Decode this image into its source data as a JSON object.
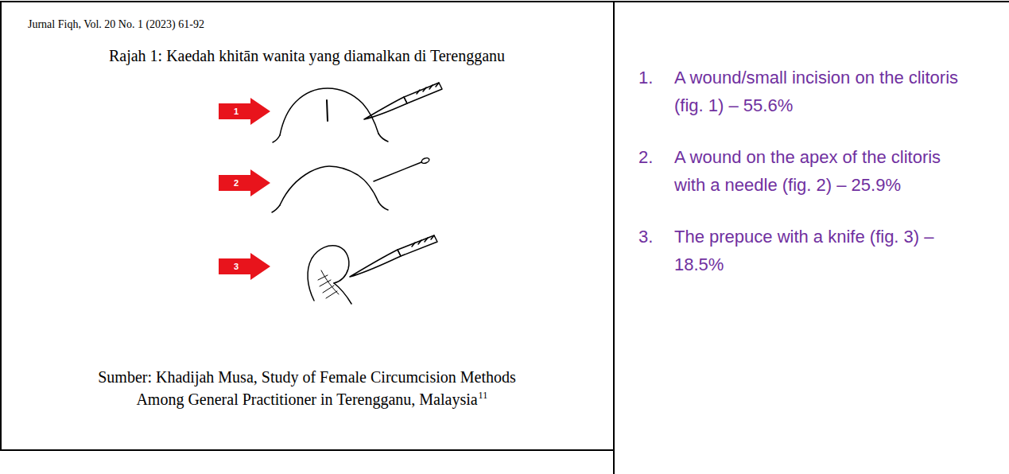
{
  "diagram": {
    "title": "Rajah 1: Kaedah khitān wanita yang diamalkan di Terengganu",
    "caption": "Sumber: Khadijah Musa, Study of Female Circumcision Methods Among General Practitioner in Terengganu, Malaysia",
    "labels": [
      "Jurnal Fiqh, Vol. 20 No. 1 (2023) 61-92",
      "1",
      "2",
      "3",
      "11",
      "1.",
      "A wound/small incision on the clitoris (fig. 1) – 55.6%",
      "2.",
      "A wound on the apex of the clitoris with a needle (fig. 2) – 25.9%",
      "3.",
      "The prepuce with a knife (fig. 3) – 18.5%"
    ]
  }
}
